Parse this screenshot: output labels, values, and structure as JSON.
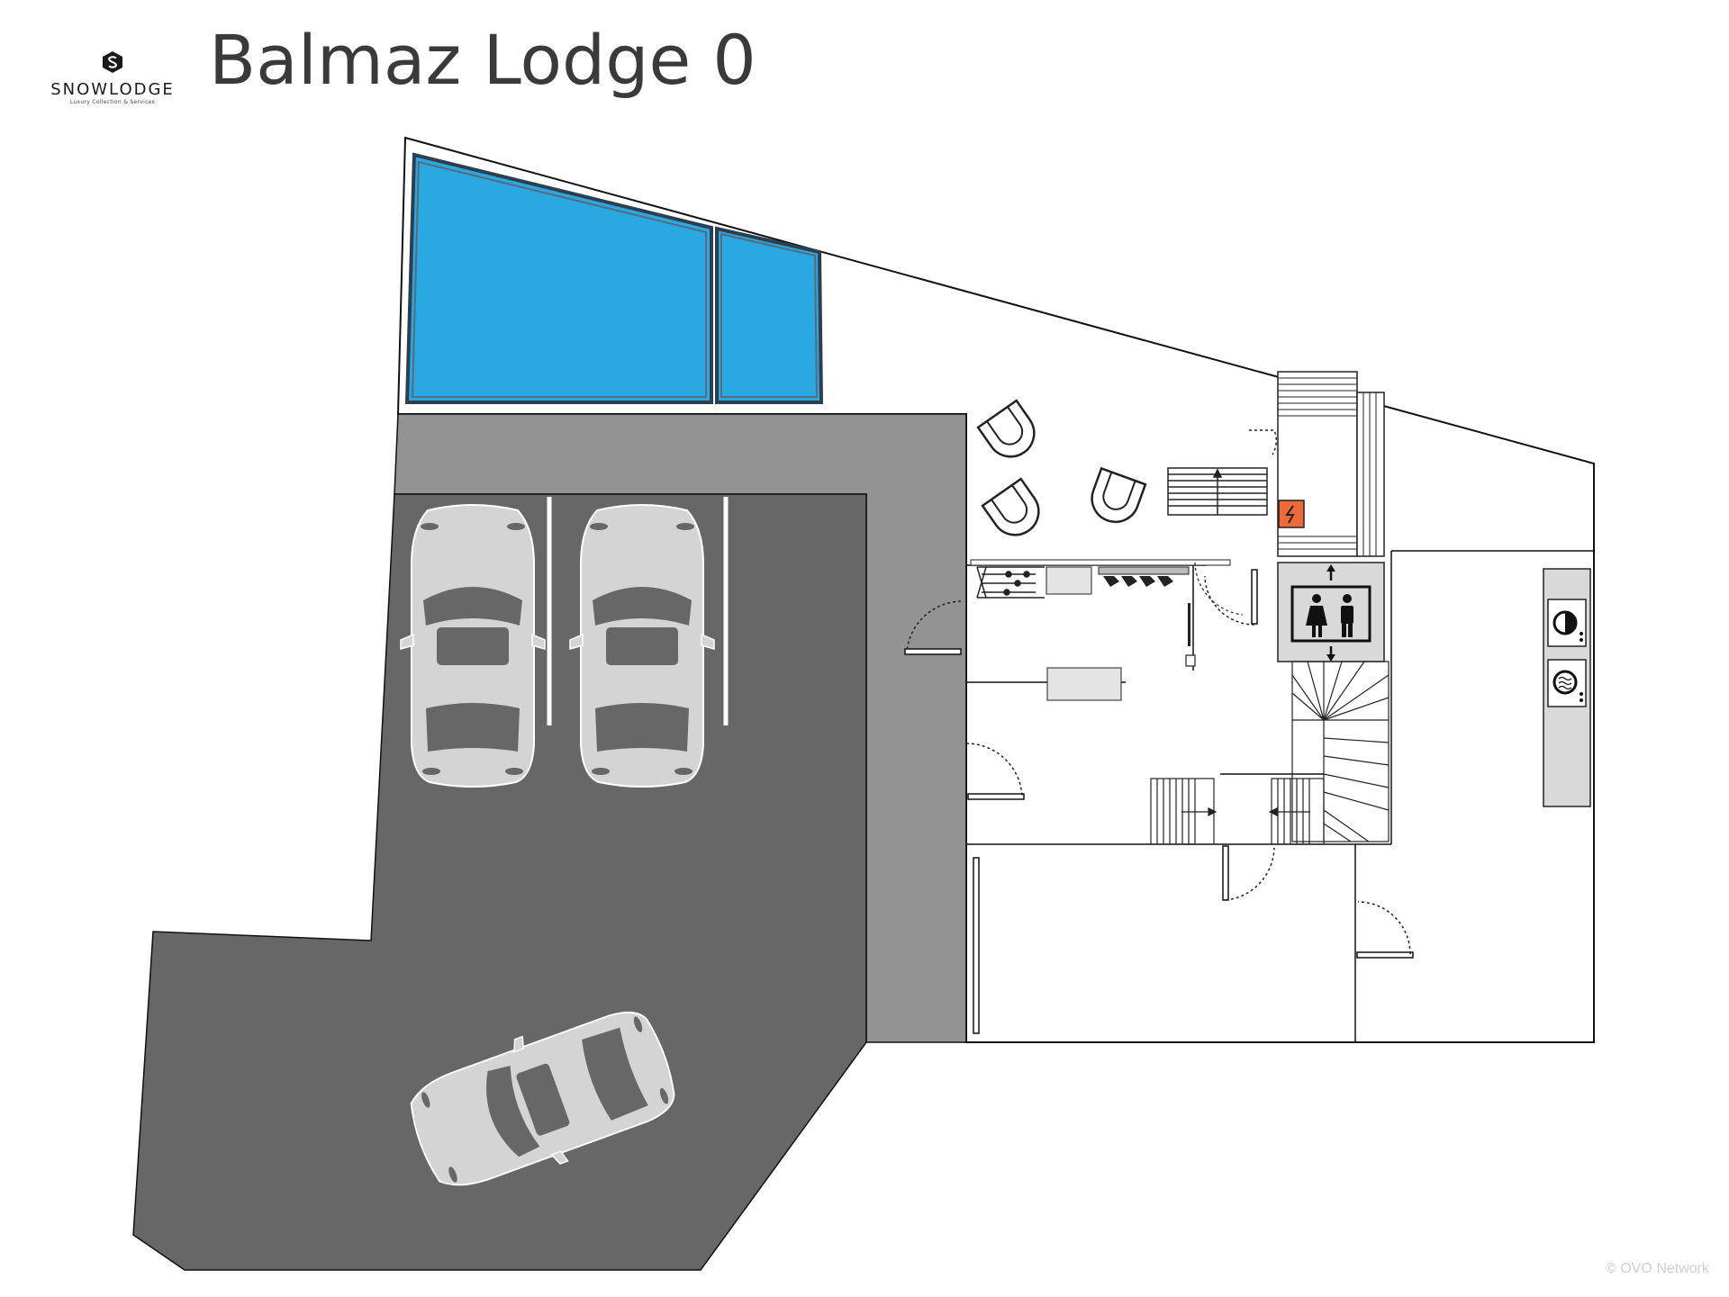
{
  "header": {
    "title": "Balmaz Lodge 0",
    "brand": {
      "name": "SNOWLODGE",
      "tagline": "Luxury Collection & Services",
      "icon": "snowlodge-s-icon"
    }
  },
  "footer": {
    "copyright": "© OVO Network"
  },
  "colors": {
    "pool": "#29a8e1",
    "pool_edge": "#34495e",
    "driveway": "#939393",
    "parking": "#676767",
    "car": "#d4d4d4",
    "wall": "#111111",
    "interior": "#ffffff",
    "elevator_bg": "#d9d9d9",
    "electrical_panel": "#ee6a3a"
  },
  "icons": [
    "pool",
    "parking-space",
    "car-icon",
    "armchair-icon",
    "elevator-icon",
    "electrical-panel-icon",
    "washing-machine-icon",
    "dryer-icon",
    "ski-rack-icon",
    "boot-rack-icon",
    "stairs",
    "door-swing"
  ]
}
